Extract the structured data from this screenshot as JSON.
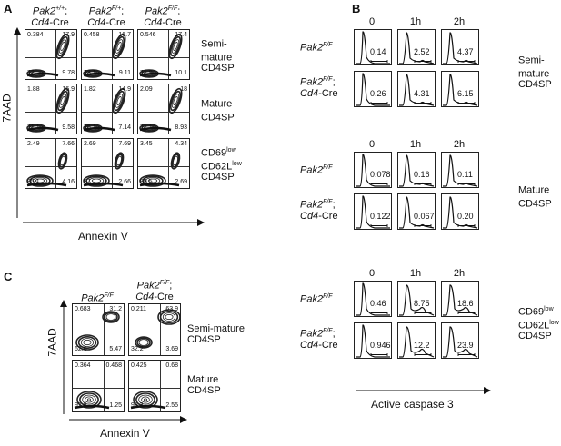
{
  "panels": {
    "A": "A",
    "B": "B",
    "C": "C"
  },
  "A": {
    "col_headers": [
      {
        "l1": "Pak2",
        "s1": "+/+",
        "p1": ";",
        "l2": "Cd4",
        "p2": "-Cre"
      },
      {
        "l1": "Pak2",
        "s1": "F/+",
        "p1": ";",
        "l2": "Cd4",
        "p2": "-Cre"
      },
      {
        "l1": "Pak2",
        "s1": "F/F",
        "p1": ";",
        "l2": "Cd4",
        "p2": "-Cre"
      }
    ],
    "rows": [
      {
        "l1": "Semi-",
        "l2": "mature",
        "l3": "CD4SP"
      },
      {
        "l1": "Mature",
        "l2": "CD4SP",
        "l3": ""
      },
      {
        "l1": "CD69",
        "s1": "low",
        "l2": "CD62L",
        "s2": "low",
        "l3": "CD4SP"
      }
    ],
    "quad": [
      [
        [
          "0.384",
          "17.9",
          "72",
          "9.78"
        ],
        [
          "0.458",
          "16.7",
          "73.1",
          "9.11"
        ],
        [
          "0.546",
          "17.4",
          "71.9",
          "10.1"
        ]
      ],
      [
        [
          "1.88",
          "16.9",
          "71.1",
          "9.58"
        ],
        [
          "1.82",
          "14.9",
          "76.1",
          "7.14"
        ],
        [
          "2.09",
          "18",
          "71.1",
          "8.93"
        ]
      ],
      [
        [
          "2.49",
          "7.66",
          "85.1",
          "4.16"
        ],
        [
          "2.69",
          "7.69",
          "87",
          "2.66"
        ],
        [
          "3.45",
          "4.34",
          "89.5",
          "2.69"
        ]
      ]
    ],
    "ylabel": "7AAD",
    "xlabel": "Annexin V"
  },
  "B": {
    "times": [
      "0",
      "1h",
      "2h"
    ],
    "groups": [
      {
        "label": {
          "l1": "Semi-",
          "l2": "mature",
          "l3": "CD4SP",
          "s1": "",
          "s2": ""
        },
        "vals": [
          [
            "0.14",
            "2.52",
            "4.37"
          ],
          [
            "0.26",
            "4.31",
            "6.15"
          ]
        ]
      },
      {
        "label": {
          "l1": "Mature",
          "l2": "CD4SP",
          "l3": "",
          "s1": "",
          "s2": ""
        },
        "vals": [
          [
            "0.078",
            "0.16",
            "0.11"
          ],
          [
            "0.122",
            "0.067",
            "0.20"
          ]
        ]
      },
      {
        "label": {
          "l1": "CD69",
          "s1": "low",
          "l2": "CD62L",
          "s2": "low",
          "l3": "CD4SP"
        },
        "vals": [
          [
            "0.46",
            "8.75",
            "18.6"
          ],
          [
            "0.946",
            "12.2",
            "23.9"
          ]
        ]
      }
    ],
    "genotypes": [
      {
        "l1": "Pak2",
        "s1": "F/F",
        "l2": "",
        "p2": ""
      },
      {
        "l1": "Pak2",
        "s1": "F/F",
        "p1": ";",
        "l2": "Cd4",
        "p2": "-Cre"
      }
    ],
    "xlabel": "Active caspase 3"
  },
  "C": {
    "col_headers": [
      {
        "l1": "Pak2",
        "s1": "F/F",
        "p1": "",
        "l2": "",
        "p2": ""
      },
      {
        "l1": "Pak2",
        "s1": "F/F",
        "p1": ";",
        "l2": "Cd4",
        "p2": "-Cre"
      }
    ],
    "rows": [
      {
        "l1": "Semi-mature",
        "l2": "CD4SP"
      },
      {
        "l1": "Mature",
        "l2": "CD4SP"
      }
    ],
    "quad": [
      [
        [
          "0.683",
          "31.2",
          "62.6",
          "5.47"
        ],
        [
          "0.211",
          "63.9",
          "32.2",
          "3.69"
        ]
      ],
      [
        [
          "0.364",
          "0.468",
          "97.8",
          "1.25"
        ],
        [
          "0.425",
          "0.68",
          "96.3",
          "2.55"
        ]
      ]
    ],
    "ylabel": "7AAD",
    "xlabel": "Annexin V"
  }
}
